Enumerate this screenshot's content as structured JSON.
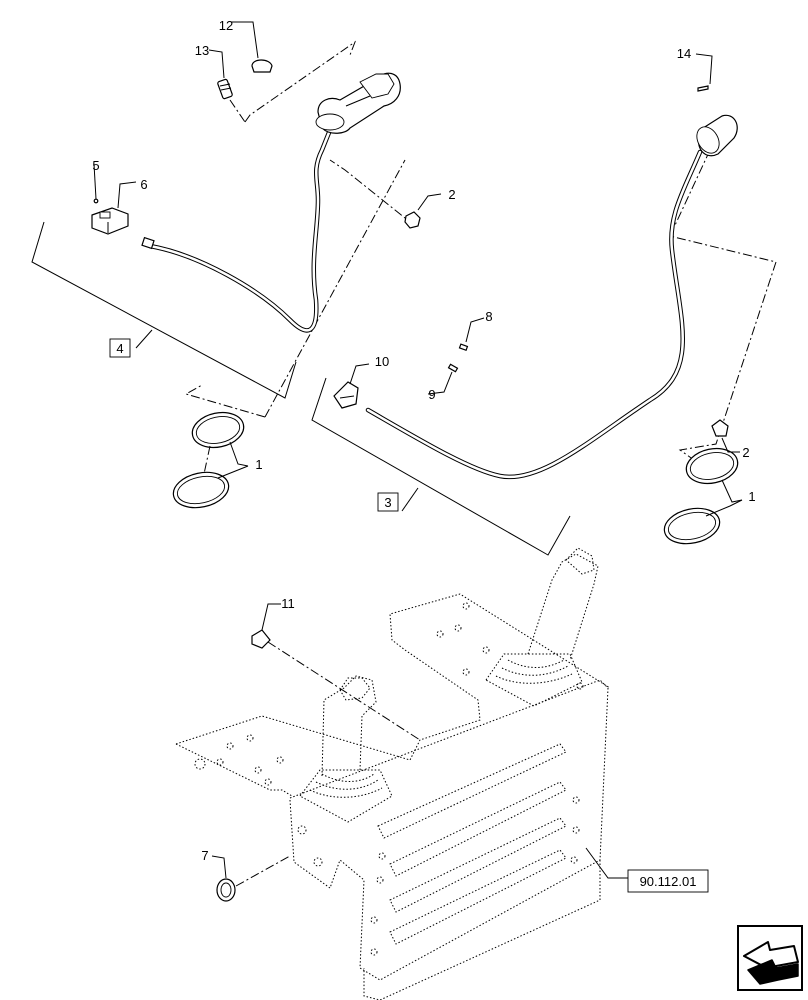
{
  "callouts": {
    "c1a": "1",
    "c1b": "1",
    "c2a": "2",
    "c2b": "2",
    "c3": "3",
    "c4": "4",
    "c5": "5",
    "c6": "6",
    "c7": "7",
    "c8": "8",
    "c9": "9",
    "c10": "10",
    "c11": "11",
    "c12": "12",
    "c13": "13",
    "c14": "14"
  },
  "reference": "90.112.01",
  "nav_icon": "previous-page-arrow-icon"
}
